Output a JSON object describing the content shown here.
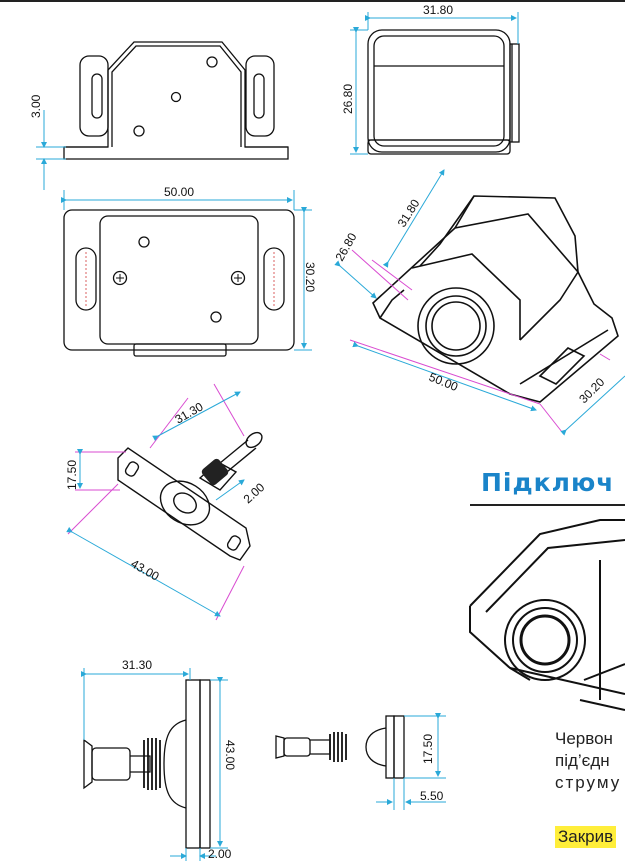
{
  "drawing_dimensions": {
    "top_width": "31.80",
    "top_height": "26.80",
    "flange_thickness": "3.00",
    "plan_width": "50.00",
    "plan_depth": "30.20",
    "iso_width": "31.80",
    "iso_height": "26.80",
    "iso_length": "50.00",
    "iso_depth": "30.20",
    "lens_length": "31.30",
    "lens_height": "17.50",
    "lens_gap": "2.00",
    "lens_base": "43.00",
    "side_length": "31.30",
    "side_height": "43.00",
    "side_gap": "2.00",
    "right_height": "17.50",
    "right_offset": "5.50"
  },
  "section": {
    "heading": "Підключ",
    "paragraph": [
      "Червон",
      "під’єдн",
      "струму"
    ],
    "highlight": "Закрив"
  }
}
